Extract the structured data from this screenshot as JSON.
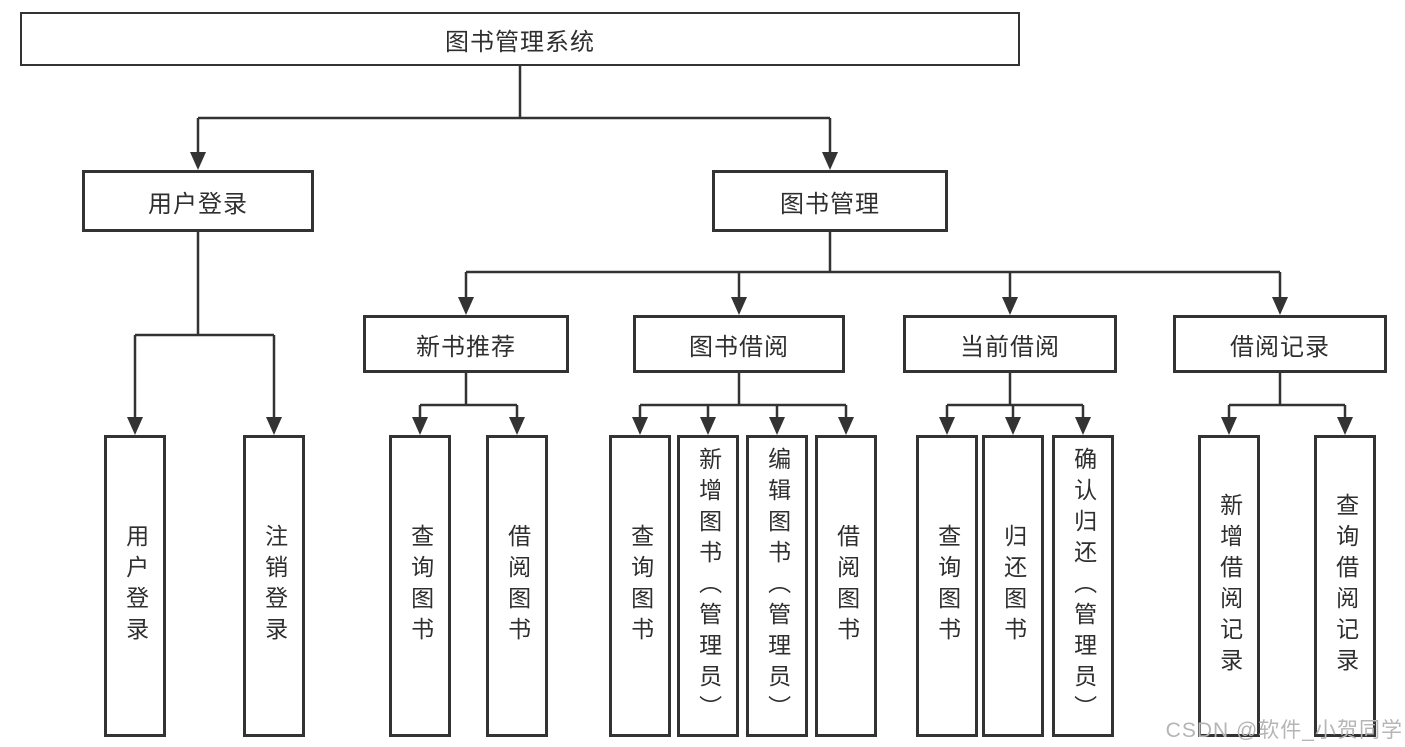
{
  "tree": {
    "label": "图书管理系统",
    "children": [
      {
        "label": "用户登录",
        "children": [
          {
            "label": "用户登录"
          },
          {
            "label": "注销登录"
          }
        ]
      },
      {
        "label": "图书管理",
        "children": [
          {
            "label": "新书推荐",
            "children": [
              {
                "label": "查询图书"
              },
              {
                "label": "借阅图书"
              }
            ]
          },
          {
            "label": "图书借阅",
            "children": [
              {
                "label": "查询图书"
              },
              {
                "label": "新增图书（管理员）"
              },
              {
                "label": "编辑图书（管理员）"
              },
              {
                "label": "借阅图书"
              }
            ]
          },
          {
            "label": "当前借阅",
            "children": [
              {
                "label": "查询图书"
              },
              {
                "label": "归还图书"
              },
              {
                "label": "确认归还（管理员）"
              }
            ]
          },
          {
            "label": "借阅记录",
            "children": [
              {
                "label": "新增借阅记录"
              },
              {
                "label": "查询借阅记录"
              }
            ]
          }
        ]
      }
    ]
  },
  "watermark": "CSDN @软件_小贺同学",
  "colors": {
    "node_border": "#333333",
    "node_fill": "#ffffff",
    "text": "#2f2f2f",
    "connector": "#333333",
    "watermark_text": "#b5b5b5",
    "page_background": "#ffffff"
  }
}
